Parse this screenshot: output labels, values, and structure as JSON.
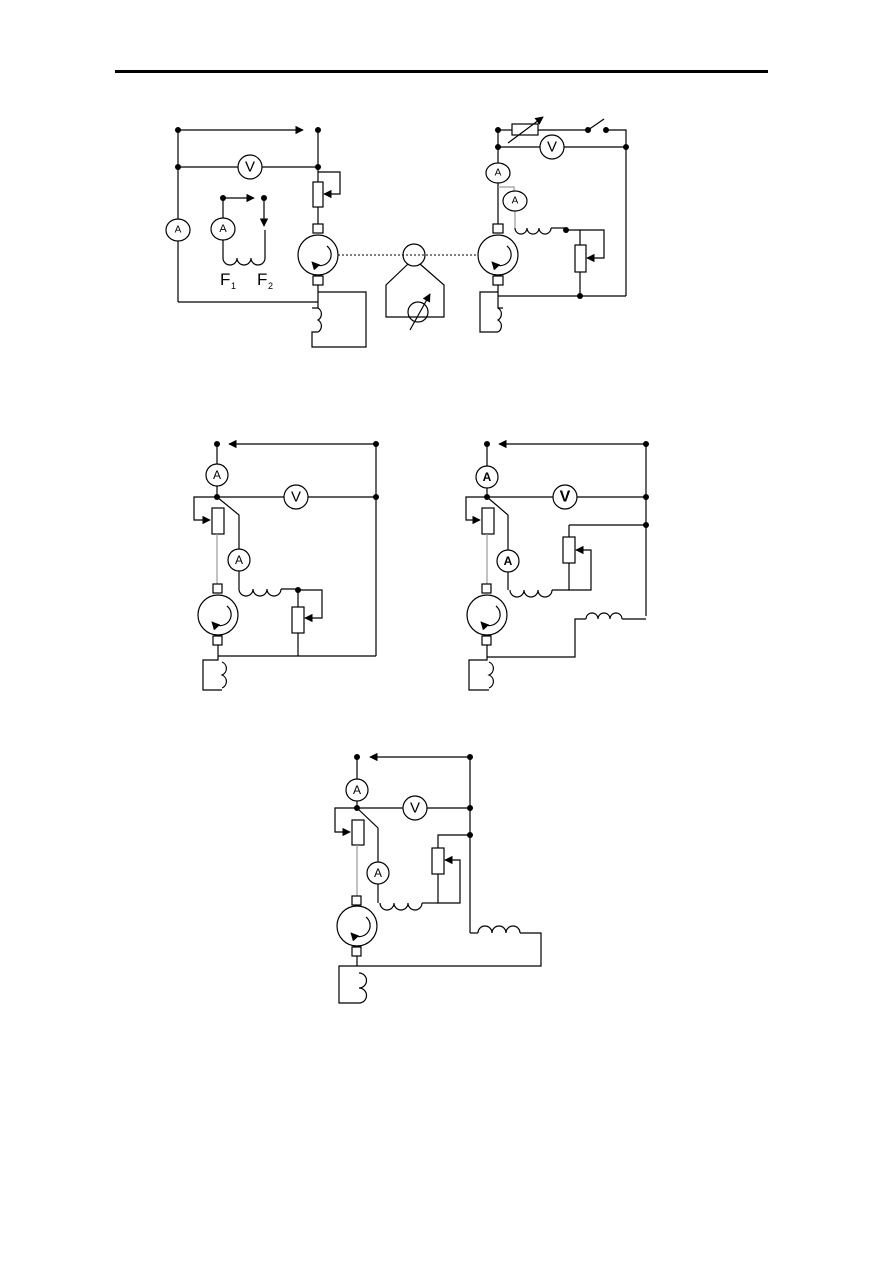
{
  "labels": {
    "ammeter": "A",
    "voltmeter": "V",
    "field_terminal_1": "F",
    "field_terminal_1_sub": "1",
    "field_terminal_2": "F",
    "field_terminal_2_sub": "2"
  },
  "icons": [
    "dc-machine-icon",
    "ammeter-icon",
    "voltmeter-icon",
    "rheostat-icon",
    "coil-icon",
    "switch-icon",
    "prime-mover-icon"
  ]
}
